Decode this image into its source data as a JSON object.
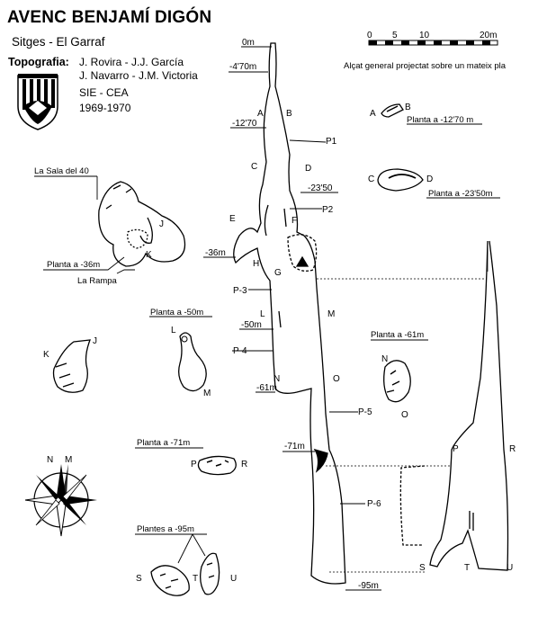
{
  "header": {
    "title": "AVENC BENJAMÍ DIGÓN",
    "location": "Sitges - El Garraf",
    "topography_label": "Topografia:",
    "authors_line1": "J. Rovira - J.J. García",
    "authors_line2": "J. Navarro - J.M. Victoria",
    "organization": "SIE - CEA",
    "years": "1969-1970"
  },
  "scale": {
    "ticks": [
      "0",
      "5",
      "10",
      "20m"
    ],
    "projection_note": "Alçat general projectat sobre un mateix pla"
  },
  "depths": [
    "0m",
    "-4'70m",
    "-12'70",
    "-23'50",
    "-36m",
    "-50m",
    "-61m",
    "-71m",
    "-95m"
  ],
  "pitches": [
    "P1",
    "P2",
    "P-3",
    "P-4",
    "P-5",
    "P-6"
  ],
  "section_letters": [
    "A",
    "B",
    "C",
    "D",
    "E",
    "F",
    "G",
    "H",
    "J",
    "K",
    "L",
    "M",
    "N",
    "O",
    "P",
    "R",
    "S",
    "T",
    "U"
  ],
  "plans": {
    "ab": "Planta a -12'70 m",
    "cd": "Planta a -23'50m",
    "sala": "La Sala del 40",
    "p36": "Planta a -36m",
    "rampa": "La Rampa",
    "p50": "Planta a -50m",
    "p61": "Planta a -61m",
    "p71": "Planta a -71m",
    "p95": "Plantes a -95m"
  },
  "compass": {
    "north": "N",
    "magnetic": "M"
  }
}
